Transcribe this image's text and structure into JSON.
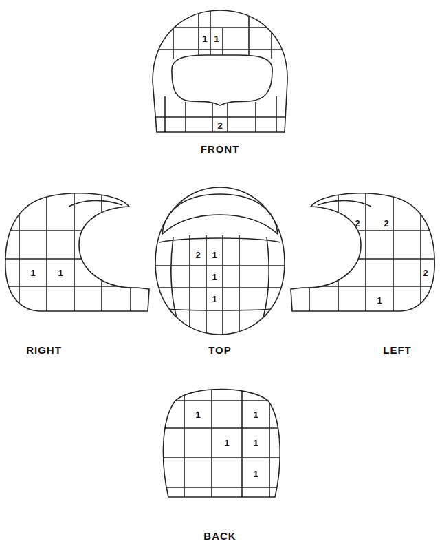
{
  "diagram": {
    "labels": [
      "1",
      "1",
      "2",
      "FRONT",
      "1",
      "1",
      "RIGHT",
      "2",
      "1",
      "1",
      "1",
      "TOP",
      "2",
      "2",
      "2",
      "1",
      "LEFT",
      "1",
      "1",
      "1",
      "1",
      "1",
      "BACK"
    ]
  }
}
